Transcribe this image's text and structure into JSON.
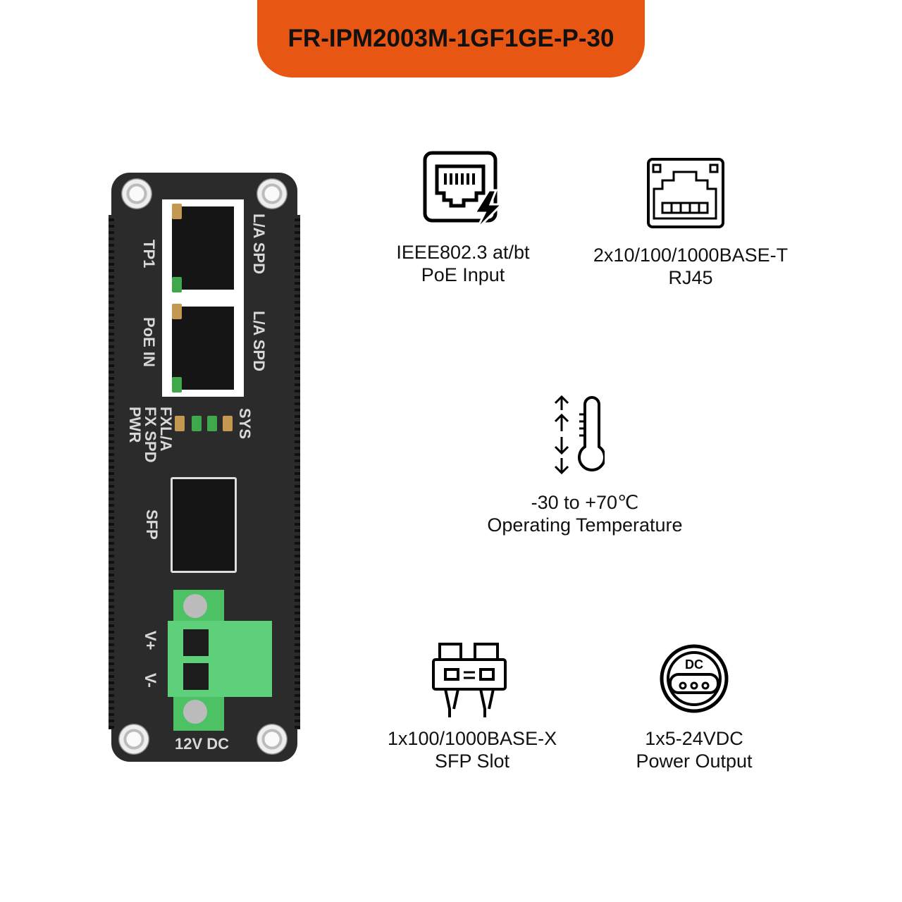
{
  "title": "FR-IPM2003M-1GF1GE-P-30",
  "device": {
    "port_labels": [
      "TP1",
      "PoE IN"
    ],
    "led_labels": [
      "L/A SPD",
      "L/A SPD"
    ],
    "status_labels": [
      "FXL/A",
      "FX SPD",
      "PWR",
      "SYS"
    ],
    "sfp_label": "SFP",
    "power_labels": [
      "V+",
      "V-"
    ],
    "power_input": "12V DC"
  },
  "features": [
    {
      "icon": "poe-port-icon",
      "line1": "IEEE802.3 at/bt",
      "line2": "PoE Input"
    },
    {
      "icon": "rj45-port-icon",
      "line1": "2x10/100/1000BASE-T",
      "line2": "RJ45"
    },
    {
      "icon": "thermometer-icon",
      "line1": "-30 to +70℃",
      "line2": "Operating Temperature"
    },
    {
      "icon": "sfp-slot-icon",
      "line1": "1x100/1000BASE-X",
      "line2": "SFP Slot"
    },
    {
      "icon": "dc-power-icon",
      "line1": "1x5-24VDC",
      "line2": "Power Output",
      "icon_text": "DC"
    }
  ],
  "colors": {
    "banner": "#e85614"
  }
}
